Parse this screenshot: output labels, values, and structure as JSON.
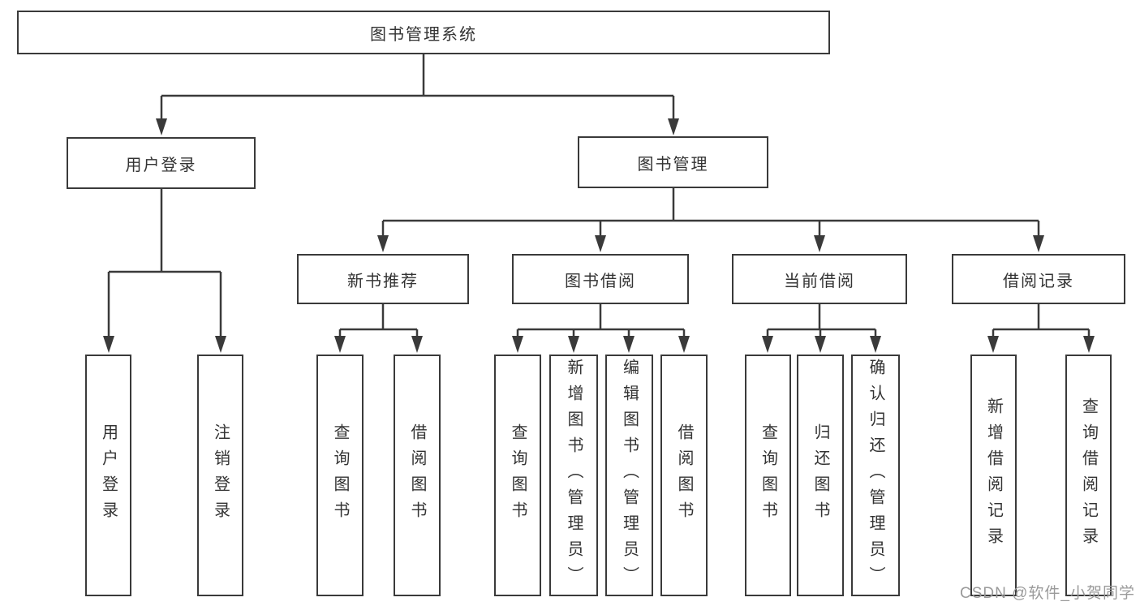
{
  "diagram": {
    "title": "图书管理系统",
    "watermark": "CSDN @软件_小贺同学",
    "colors": {
      "line": "#3a3a3a",
      "box_border": "#3a3a3a",
      "box_background": "#ffffff",
      "text": "#333333",
      "watermark": "#9a9a9a"
    },
    "tree": {
      "label": "图书管理系统",
      "children": [
        {
          "label": "用户登录",
          "children": [
            {
              "label": "用户登录"
            },
            {
              "label": "注销登录"
            }
          ]
        },
        {
          "label": "图书管理",
          "children": [
            {
              "label": "新书推荐",
              "children": [
                {
                  "label": "查询图书"
                },
                {
                  "label": "借阅图书"
                }
              ]
            },
            {
              "label": "图书借阅",
              "children": [
                {
                  "label": "查询图书"
                },
                {
                  "label": "新增图书（管理员）"
                },
                {
                  "label": "编辑图书（管理员）"
                },
                {
                  "label": "借阅图书"
                }
              ]
            },
            {
              "label": "当前借阅",
              "children": [
                {
                  "label": "查询图书"
                },
                {
                  "label": "归还图书"
                },
                {
                  "label": "确认归还（管理员）"
                }
              ]
            },
            {
              "label": "借阅记录",
              "children": [
                {
                  "label": "新增借阅记录"
                },
                {
                  "label": "查询借阅记录"
                }
              ]
            }
          ]
        }
      ]
    }
  }
}
